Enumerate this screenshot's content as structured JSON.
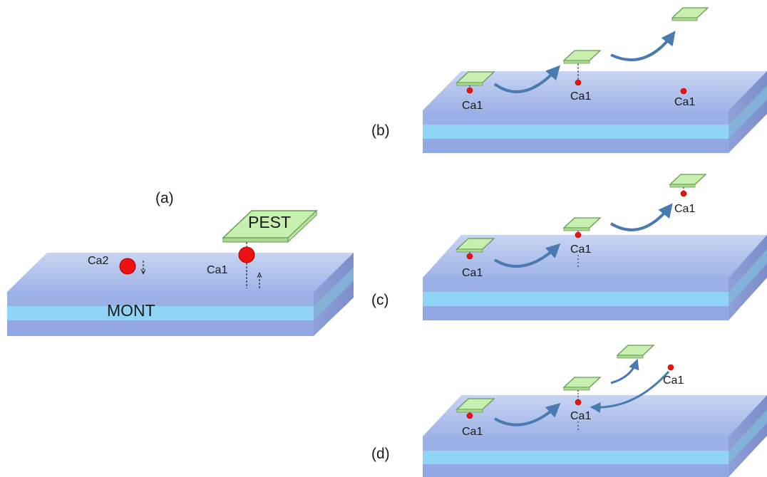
{
  "panels": {
    "a": {
      "label": "(a)",
      "substrate_label": "MONT",
      "molecule_label": "PEST",
      "ion_left_label": "Ca2",
      "ion_right_label": "Ca1"
    },
    "b": {
      "label": "(b)",
      "ion_labels": [
        "Ca1",
        "Ca1",
        "Ca1"
      ]
    },
    "c": {
      "label": "(c)",
      "ion_labels": [
        "Ca1",
        "Ca1",
        "Ca1"
      ]
    },
    "d": {
      "label": "(d)",
      "ion_labels": [
        "Ca1",
        "Ca1",
        "Ca1"
      ]
    }
  },
  "colors": {
    "slab_top": "#b9c8ee",
    "slab_layer_dark": "#8fa6df",
    "slab_layer_light": "#8fd4f5",
    "molecule_fill": "#c6efb0",
    "molecule_stroke": "#6a9a54",
    "ion": "#ee1111",
    "arrow": "#4a7bb0"
  }
}
